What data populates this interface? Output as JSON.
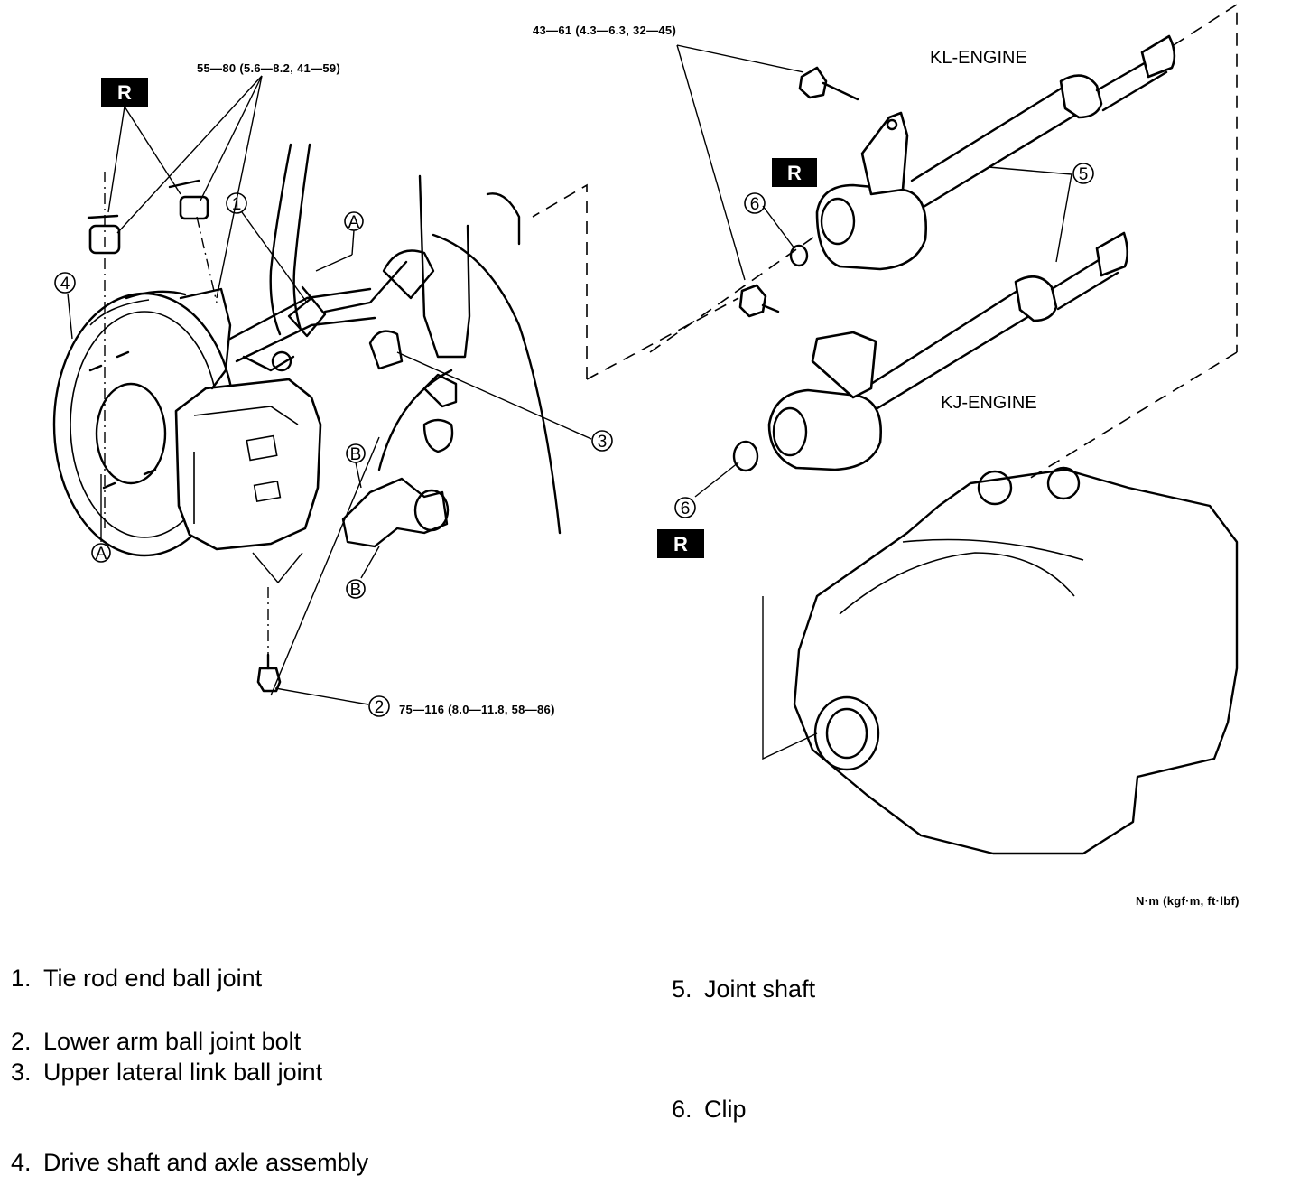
{
  "torque": {
    "top_center": "43—61 (4.3—6.3, 32—45)",
    "top_left": "55—80 (5.6—8.2, 41—59)",
    "bottom_bolt": "75—116 (8.0—11.8, 58—86)",
    "units_note": "N·m (kgf·m, ft·lbf)"
  },
  "engines": {
    "kl": "KL-ENGINE",
    "kj": "KJ-ENGINE"
  },
  "replace_mark": "R",
  "callouts": {
    "c1": "1",
    "c2": "2",
    "c3": "3",
    "c4": "4",
    "c5": "5",
    "c6": "6",
    "A": "A",
    "B": "B"
  },
  "legend": [
    {
      "num": "1.",
      "text": "Tie rod end ball joint"
    },
    {
      "num": "2.",
      "text": "Lower arm ball joint bolt"
    },
    {
      "num": "3.",
      "text": "Upper lateral link ball joint"
    },
    {
      "num": "4.",
      "text": "Drive shaft and axle assembly"
    },
    {
      "num": "5.",
      "text": "Joint shaft"
    },
    {
      "num": "6.",
      "text": "Clip"
    }
  ]
}
